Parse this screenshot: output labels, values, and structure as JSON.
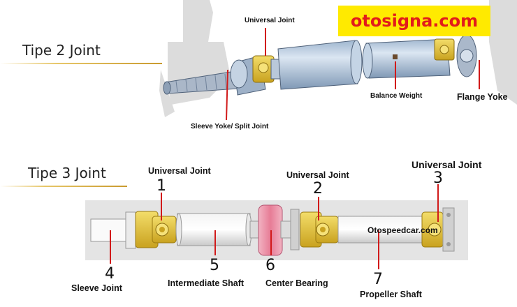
{
  "watermark": {
    "text": "otosigna.com",
    "bg": "#ffea00",
    "color": "#e21b1b"
  },
  "section2": {
    "title": "Tipe 2 Joint",
    "labels": {
      "universal_joint": "Universal Joint",
      "balance_weight": "Balance Weight",
      "flange_yoke": "Flange Yoke",
      "sleeve_yoke": "Sleeve Yoke/ Split Joint"
    }
  },
  "section3": {
    "title": "Tipe 3 Joint",
    "watermark_inline": "Otospeedcar.com",
    "labels": {
      "uj1": "Universal Joint",
      "uj2": "Universal Joint",
      "uj3": "Universal Joint",
      "sleeve_joint": "Sleeve Joint",
      "intermediate_shaft": "Intermediate Shaft",
      "center_bearing": "Center Bearing",
      "propeller_shaft": "Propeller Shaft"
    },
    "numbers": {
      "n1": "1",
      "n2": "2",
      "n3": "3",
      "n4": "4",
      "n5": "5",
      "n6": "6",
      "n7": "7"
    }
  },
  "colors": {
    "pointer": "#d11a1a",
    "shaft": "#b7c9dd",
    "yoke": "#e0c23c",
    "bearing": "#e0839a",
    "accent_rule": "#c99a2e"
  }
}
